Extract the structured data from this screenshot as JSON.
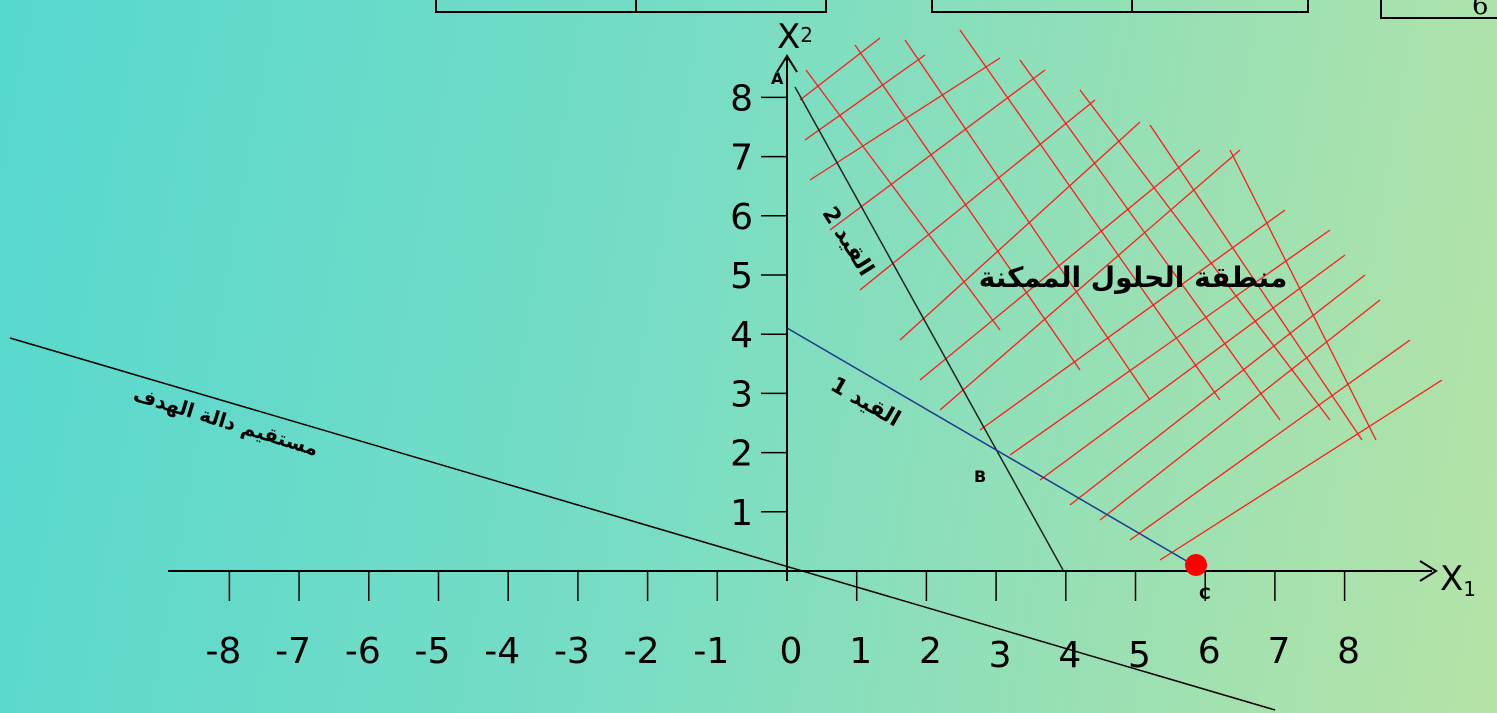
{
  "axes": {
    "x_label": "X",
    "x_subscript": "1",
    "y_label": "X",
    "y_subscript": "2",
    "x_ticks": [
      "-8",
      "-7",
      "-6",
      "-5",
      "-4",
      "-3",
      "-2",
      "-1",
      "0",
      "1",
      "2",
      "3",
      "4",
      "5",
      "6",
      "7",
      "8"
    ],
    "y_ticks": [
      "1",
      "2",
      "3",
      "4",
      "5",
      "6",
      "7",
      "8"
    ]
  },
  "lines": {
    "constraint_1": "القيد 1",
    "constraint_2": "القيد 2",
    "objective": "مستقيم دالة الهدف"
  },
  "region_label": "منطقة الحلول الممكنة",
  "points": {
    "a": "A",
    "b": "B",
    "c": "C"
  },
  "top_boxes": {
    "partial_digit": "6"
  },
  "colors": {
    "hatch": "#ff1a1a",
    "constraint_1": "#1f3a8a",
    "constraint_2": "#222222",
    "optimum": "#ff0000"
  }
}
